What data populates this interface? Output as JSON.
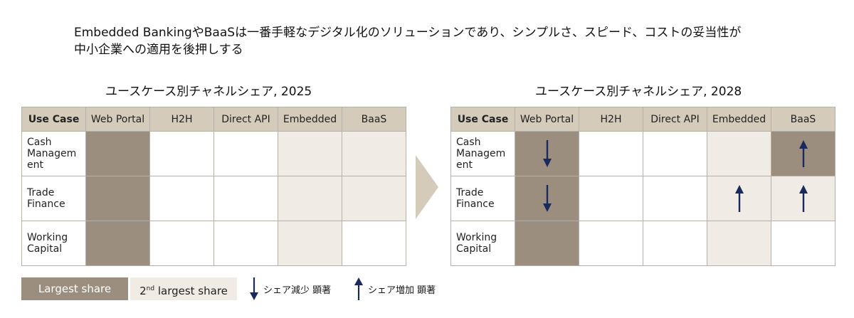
{
  "headline": {
    "line1": "Embedded BankingやBaaSは一番手軽なデジタル化のソリューションであり、シンプルさ、スピード、コストの妥当性が",
    "line2": "中小企業への適用を後押しする"
  },
  "columns": [
    "Use Case",
    "Web Portal",
    "H2H",
    "Direct API",
    "Embedded",
    "BaaS"
  ],
  "rows": [
    {
      "label_lines": [
        "Cash",
        "Managem",
        "ent"
      ]
    },
    {
      "label_lines": [
        "Trade",
        "Finance"
      ]
    },
    {
      "label_lines": [
        "Working",
        "Capital"
      ]
    }
  ],
  "panels": [
    {
      "title": "ユースケース別チャネルシェア, 2025",
      "cells": [
        [
          "largest",
          "none",
          "none",
          "second",
          "second"
        ],
        [
          "largest",
          "none",
          "none",
          "second",
          "second"
        ],
        [
          "largest",
          "none",
          "none",
          "second",
          "none"
        ]
      ],
      "arrows": [
        [
          "none",
          "none",
          "none",
          "none",
          "none"
        ],
        [
          "none",
          "none",
          "none",
          "none",
          "none"
        ],
        [
          "none",
          "none",
          "none",
          "none",
          "none"
        ]
      ]
    },
    {
      "title": "ユースケース別チャネルシェア, 2028",
      "cells": [
        [
          "largest",
          "none",
          "none",
          "second",
          "largest"
        ],
        [
          "largest",
          "none",
          "none",
          "second",
          "second"
        ],
        [
          "largest",
          "none",
          "none",
          "second",
          "none"
        ]
      ],
      "arrows": [
        [
          "down",
          "none",
          "none",
          "none",
          "up"
        ],
        [
          "down",
          "none",
          "none",
          "up",
          "up"
        ],
        [
          "none",
          "none",
          "none",
          "none",
          "none"
        ]
      ]
    }
  ],
  "legend": {
    "largest_label": "Largest share",
    "second_prefix": "2",
    "second_sup": "nd",
    "second_suffix": " largest share",
    "down_label": "シェア減少 顕著",
    "up_label": "シェア増加 顕著"
  },
  "colors": {
    "largest": "#9c8e7e",
    "second": "#f1ebe5",
    "header": "#d4cbbb",
    "arrow": "#1b2a5c",
    "chevron": "#d4cbbb"
  },
  "icons": {
    "down": "arrow-down-icon",
    "up": "arrow-up-icon",
    "transition": "chevron-right-icon"
  }
}
